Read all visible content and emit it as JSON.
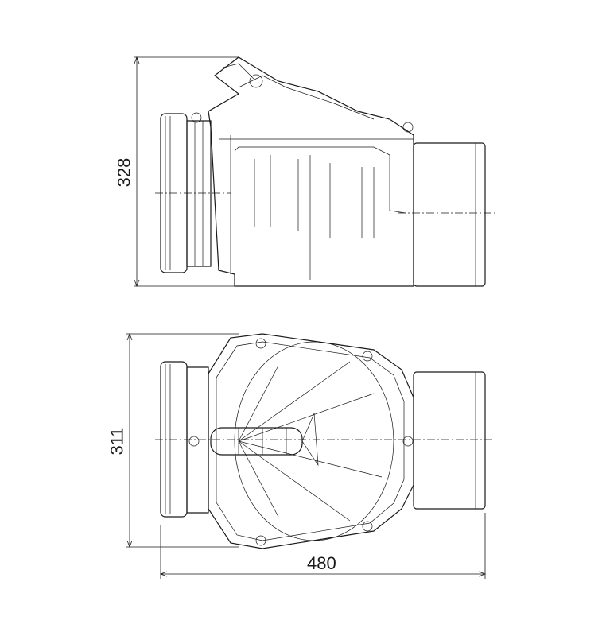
{
  "dimensions": {
    "height_side_view": "328",
    "height_top_view": "311",
    "length": "480"
  }
}
